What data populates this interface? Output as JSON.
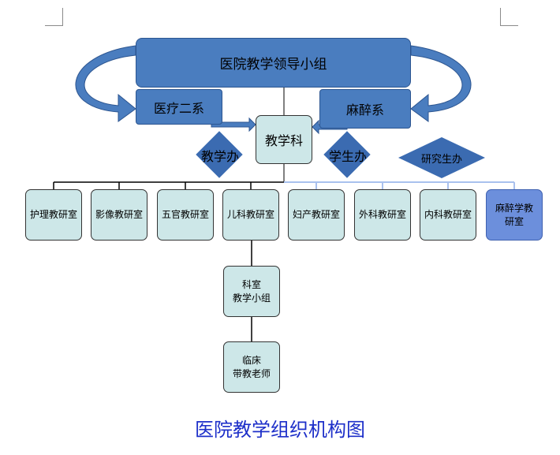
{
  "diagram": {
    "title": "医院教学组织机构图",
    "leadership": "医院教学领导小组",
    "dept_left": "医疗二系",
    "dept_right": "麻醉系",
    "center": "教学科",
    "offices": [
      "教学办",
      "学生办",
      "研究生办"
    ],
    "units": [
      "护理教研室",
      "影像教研室",
      "五官教研室",
      "儿科教研室",
      "妇产教研室",
      "外科教研室",
      "内科教研室",
      "麻醉学教研室"
    ],
    "sub_group": "科室\n教学小组",
    "teachers": "临床\n带教老师"
  },
  "colors": {
    "header_blue": "#4a7dbf",
    "unit_fill": "#cde7e8",
    "highlight_unit": "#6c8fdc",
    "title_blue": "#1d2fc9"
  }
}
